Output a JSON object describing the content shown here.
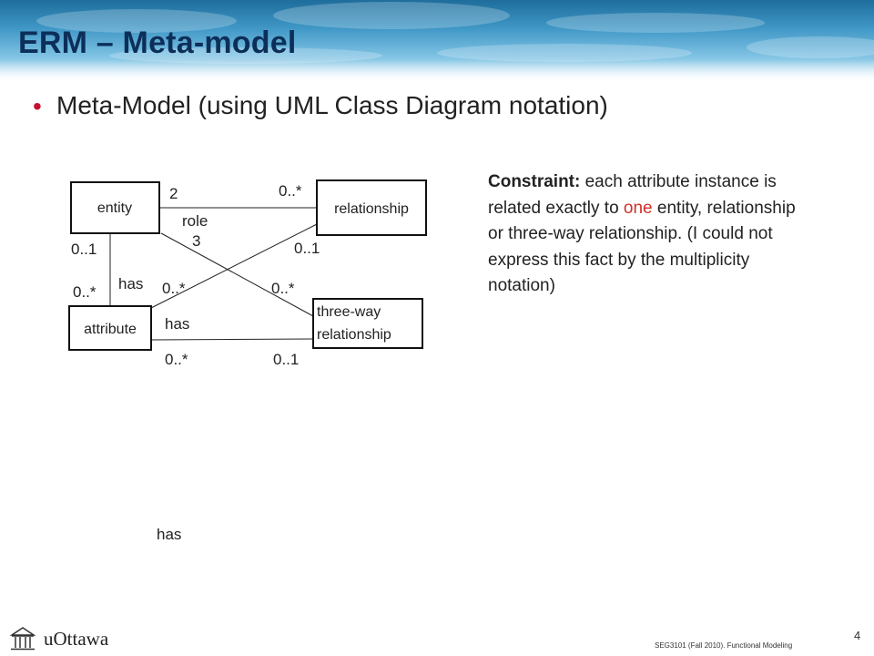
{
  "slide": {
    "title": "ERM – Meta-model",
    "bullet": "Meta-Model (using UML Class Diagram notation)",
    "constraint_label": "Constraint:",
    "constraint_before": " each attribute instance is related exactly to ",
    "constraint_highlight": "one",
    "constraint_after": " entity, relationship or three-way relationship. (I could not express this fact by the multiplicity notation)",
    "stray_label": "has",
    "page_number": "4",
    "footer": "SEG3101 (Fall 2010).   Functional Modeling",
    "logo_text": "uOttawa"
  },
  "colors": {
    "title": "#0c2f59",
    "bullet": "#c8102e",
    "highlight": "#d0312d"
  },
  "diagram": {
    "classes": {
      "entity": "entity",
      "relationship": "relationship",
      "attribute": "attribute",
      "threeway_line1": "three-way",
      "threeway_line2": "relationship"
    },
    "labels": {
      "entity_rel_near_entity": "2",
      "entity_rel_near_rel": "0..*",
      "role_name": "role",
      "entity_threeway_near_entity": "3",
      "entity_attr_near_entity": "0..1",
      "entity_attr_near_attr": "0..*",
      "entity_attr_assoc": "has",
      "rel_attr_near_attr": "0..*",
      "rel_attr_near_rel": "0..1",
      "threeway_near_threeway": "0..*",
      "attr_threeway_assoc": "has",
      "attr_threeway_near_attr": "0..*",
      "attr_threeway_near_threeway": "0..1"
    }
  }
}
